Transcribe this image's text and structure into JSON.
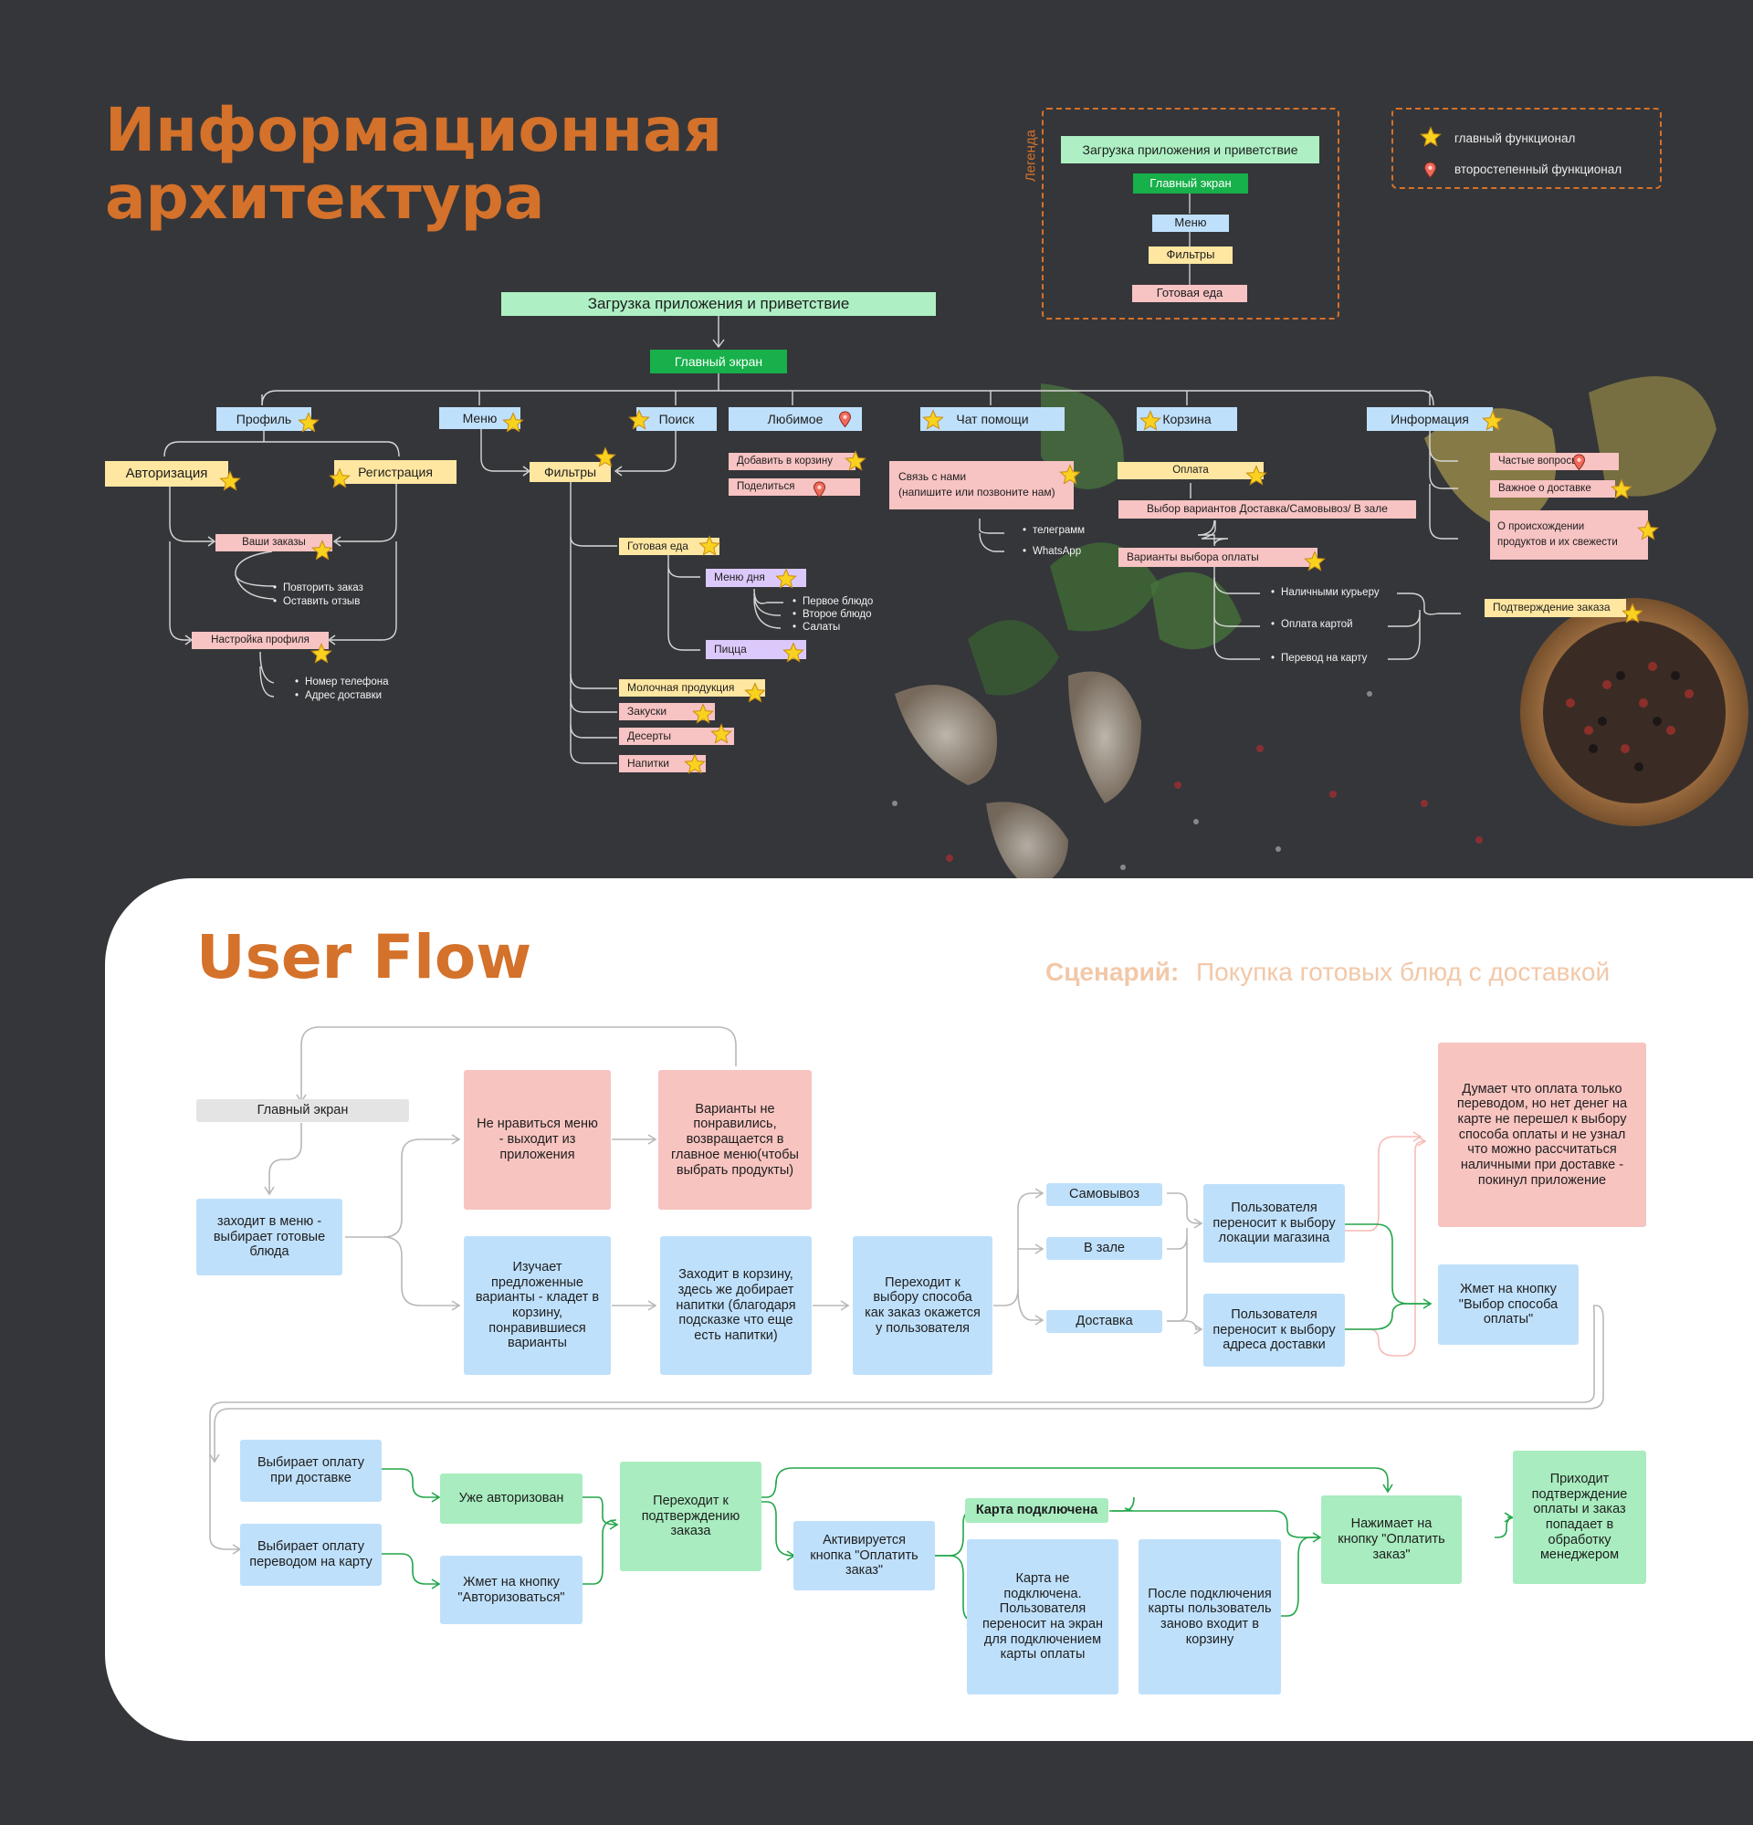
{
  "colors": {
    "background": "#35363a",
    "accent": "#d4712a",
    "mint": "#aef0c4",
    "green": "#17b04a",
    "blue": "#bfe0fb",
    "yellow": "#ffe7a1",
    "pink": "#f7c3c3",
    "purple": "#dcc9fb",
    "star": "#f9d21f"
  },
  "icons": {
    "main": "star-icon",
    "secondary": "pin-icon"
  },
  "ia": {
    "title_line1": "Информационная",
    "title_line2": "архитектура",
    "legend_label": "Легенда",
    "legend": {
      "boot": "Загрузка приложения и приветствие",
      "main": "Главный экран",
      "menu": "Меню",
      "filters": "Фильтры",
      "ready": "Готовая еда"
    },
    "icon_legend": {
      "main": "главный функционал",
      "secondary": "второстепенный функционал"
    },
    "boot": "Загрузка приложения и приветствие",
    "main": "Главный экран",
    "profile": "Профиль",
    "auth": "Авторизация",
    "register": "Регистрация",
    "orders": "Ваши заказы",
    "repeat_order": "Повторить заказ",
    "leave_review": "Оставить отзыв",
    "profile_settings": "Настройка профиля",
    "phone": "Номер телефона",
    "address": "Адрес доставки",
    "menu": "Меню",
    "search": "Поиск",
    "filters": "Фильтры",
    "ready_food": "Готовая еда",
    "day_menu": "Меню дня",
    "first": "Первое блюдо",
    "second": "Второе блюдо",
    "salads": "Салаты",
    "pizza": "Пицца",
    "dairy": "Молочная продукция",
    "snacks": "Закуски",
    "desserts": "Десерты",
    "drinks": "Напитки",
    "favorites": "Любимое",
    "add_cart": "Добавить в корзину",
    "share": "Поделиться",
    "chat": "Чат помощи",
    "contact_line1": "Связь с нами",
    "contact_line2": "(напишите или позвоните нам)",
    "telegram": "телеграмм",
    "whatsapp": "WhatsApp",
    "cart": "Корзина",
    "payment": "Оплата",
    "delivery_choice": "Выбор вариантов Доставка/Самовывоз/ В зале",
    "pay_options": "Варианты выбора оплаты",
    "pay_cash": "Наличными курьеру",
    "pay_card": "Оплата картой",
    "pay_transfer": "Перевод на карту",
    "order_confirm": "Подтверждение заказа",
    "info": "Информация",
    "faq": "Частые вопросы",
    "delivery_important": "Важное о доставке",
    "origin_line1": "О происхождении",
    "origin_line2": "продуктов и их свежести"
  },
  "uf": {
    "title": "User Flow",
    "scenario_label": "Сценарий:",
    "scenario": "Покупка готовых блюд с доставкой",
    "main_screen": "Главный экран",
    "enter_menu": "заходит в меню - выбирает готовые блюда",
    "dislike": "Не нравиться меню - выходит из приложения",
    "variants_dislike": "Варианты не понравились, возвращается в главное меню(чтобы выбрать продукты)",
    "study": "Изучает предложенные варианты - кладет в корзину, понравившиеся варианты",
    "enter_cart": "Заходит в корзину, здесь же добирает напитки (благодаря подсказке что еще есть напитки)",
    "choose_method": "Переходит к выбору способа как заказ окажется у пользователя",
    "pickup": "Самовывоз",
    "in_hall": "В зале",
    "delivery": "Доставка",
    "to_store": "Пользователя переносит к выбору локации магазина",
    "to_address": "Пользователя переносит к выбору адреса доставки",
    "thinks": "Думает что оплата только переводом, но нет денег на карте не перешел к выбору способа оплаты и не узнал что можно рассчитаться наличными при доставке - покинул приложение",
    "press_pay_method": "Жмет на кнопку \"Выбор способа оплаты\"",
    "pay_on_delivery": "Выбирает оплату при доставке",
    "pay_by_transfer": "Выбирает оплату переводом на карту",
    "already_auth": "Уже авторизован",
    "press_auth": "Жмет на кнопку \"Авторизоваться\"",
    "to_confirm": "Переходит к подтверждению заказа",
    "pay_btn_active": "Активируется кнопка \"Оплатить заказ\"",
    "card_linked": "Карта подключена",
    "card_not_linked": "Карта не подключена. Пользователя переносит на экран для подключением карты оплаты",
    "after_link": "После подключения карты пользователь заново входит в корзину",
    "press_pay": "Нажимает на кнопку \"Оплатить заказ\"",
    "confirmation": "Приходит подтверждение оплаты и заказ попадает в обработку менеджером"
  }
}
